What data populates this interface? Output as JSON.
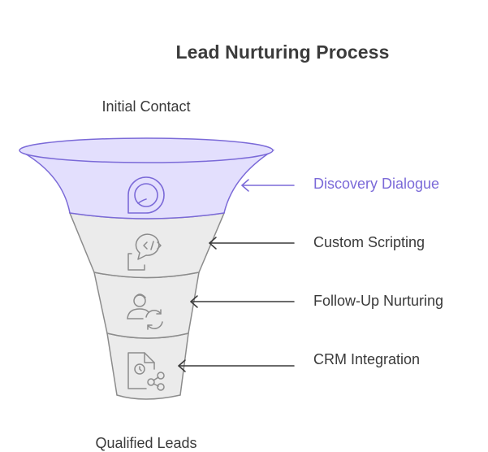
{
  "title": "Lead Nurturing Process",
  "top_label": "Initial Contact",
  "bottom_label": "Qualified Leads",
  "colors": {
    "active_fill": "#e3dffd",
    "active_stroke": "#7b6ad8",
    "inactive_fill": "#ebebeb",
    "inactive_stroke": "#8c8c8c",
    "text": "#3a3a3a"
  },
  "stages": [
    {
      "label": "Discovery Dialogue",
      "icon": "chat-bubble-icon",
      "highlighted": true
    },
    {
      "label": "Custom Scripting",
      "icon": "code-speech-icon",
      "highlighted": false
    },
    {
      "label": "Follow-Up Nurturing",
      "icon": "user-refresh-icon",
      "highlighted": false
    },
    {
      "label": "CRM Integration",
      "icon": "document-share-icon",
      "highlighted": false
    }
  ]
}
